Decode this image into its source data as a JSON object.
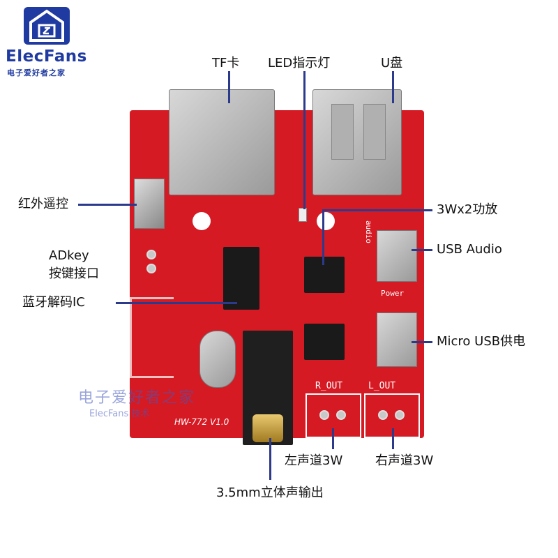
{
  "logo": {
    "name": "ElecFans",
    "sub": "电子爱好者之家"
  },
  "watermark": {
    "cn": "电子爱好者之家",
    "en": "ElecFans 技术"
  },
  "board": {
    "name": "HW-772 V1.0",
    "r_out": "R_OUT",
    "l_out": "L_OUT",
    "power": "Power",
    "audio": "audio"
  },
  "labels": {
    "tf": "TF卡",
    "led": "LED指示灯",
    "udisk": "U盘",
    "ir": "红外遥控",
    "amp": "3Wx2功放",
    "adkey_1": "ADkey",
    "adkey_2": "按键接口",
    "usb_audio": "USB Audio",
    "bt_ic": "蓝牙解码IC",
    "micro_usb": "Micro USB供电",
    "left_ch": "左声道3W",
    "right_ch": "右声道3W",
    "jack": "3.5mm立体声输出"
  },
  "colors": {
    "pcb": "#d51a24",
    "line": "#2c3a8c",
    "logo": "#1f3aa0"
  }
}
